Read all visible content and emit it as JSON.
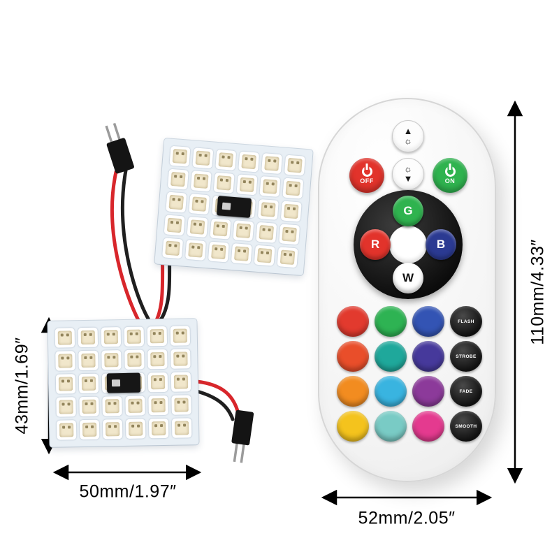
{
  "photo": {
    "background": "#ffffff"
  },
  "colors": {
    "off": "#e2332b",
    "on": "#2fb34f",
    "pad-g": "#2fb34f",
    "pad-r": "#e2332b",
    "pad-b": "#2b3a92",
    "wire-red": "#d8262b",
    "wire-black": "#1f1f1f",
    "pcb": "#e8eff5",
    "led-chip": "#f1e7cb"
  },
  "panels": {
    "grid": {
      "rows": 5,
      "cols": 6
    }
  },
  "remote": {
    "nav": {
      "up": "▲",
      "down": "▼",
      "brightness": "☼"
    },
    "off_button": {
      "label": "OFF"
    },
    "on_button": {
      "label": "ON"
    },
    "pad": {
      "g": "G",
      "r": "R",
      "b": "B",
      "w": "W"
    },
    "color_rows": [
      {
        "colors": [
          "#e23a2e",
          "#2eb353",
          "#3354b4"
        ],
        "fn": "FLASH"
      },
      {
        "colors": [
          "#e94e2a",
          "#1fa89b",
          "#46399b"
        ],
        "fn": "STROBE"
      },
      {
        "colors": [
          "#f28c20",
          "#39b4e0",
          "#8c3a9a"
        ],
        "fn": "FADE"
      },
      {
        "colors": [
          "#f4c31d",
          "#79cbc5",
          "#e43a8f"
        ],
        "fn": "SMOOTH"
      }
    ]
  },
  "annotations": {
    "panel_height": "43mm/1.69″",
    "panel_width": "50mm/1.97″",
    "remote_height": "110mm/4.33″",
    "remote_width": "52mm/2.05″"
  }
}
